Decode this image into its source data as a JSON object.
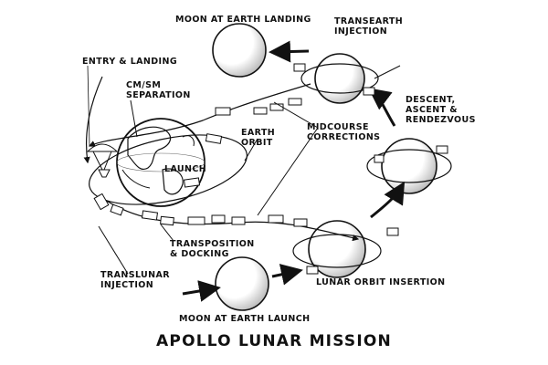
{
  "title": "APOLLO LUNAR MISSION",
  "labels": {
    "moon_at_earth_landing": "MOON AT EARTH LANDING",
    "transearth_injection": "TRANSEARTH\nINJECTION",
    "entry_landing": "ENTRY & LANDING",
    "cm_sm_separation": "CM/SM\nSEPARATION",
    "descent_ascent": "DESCENT,\nASCENT &\nRENDEZVOUS",
    "earth_orbit": "EARTH\nORBIT",
    "midcourse_corrections": "MIDCOURSE\nCORRECTIONS",
    "launch": "LAUNCH",
    "transposition_docking": "TRANSPOSITION\n& DOCKING",
    "translunar_injection": "TRANSLUNAR\nINJECTION",
    "lunar_orbit_insertion": "LUNAR ORBIT INSERTION",
    "moon_at_earth_launch": "MOON AT EARTH LAUNCH"
  },
  "colors": {
    "ink": "#111111",
    "background": "#ffffff",
    "moon_shade": "#888888"
  }
}
